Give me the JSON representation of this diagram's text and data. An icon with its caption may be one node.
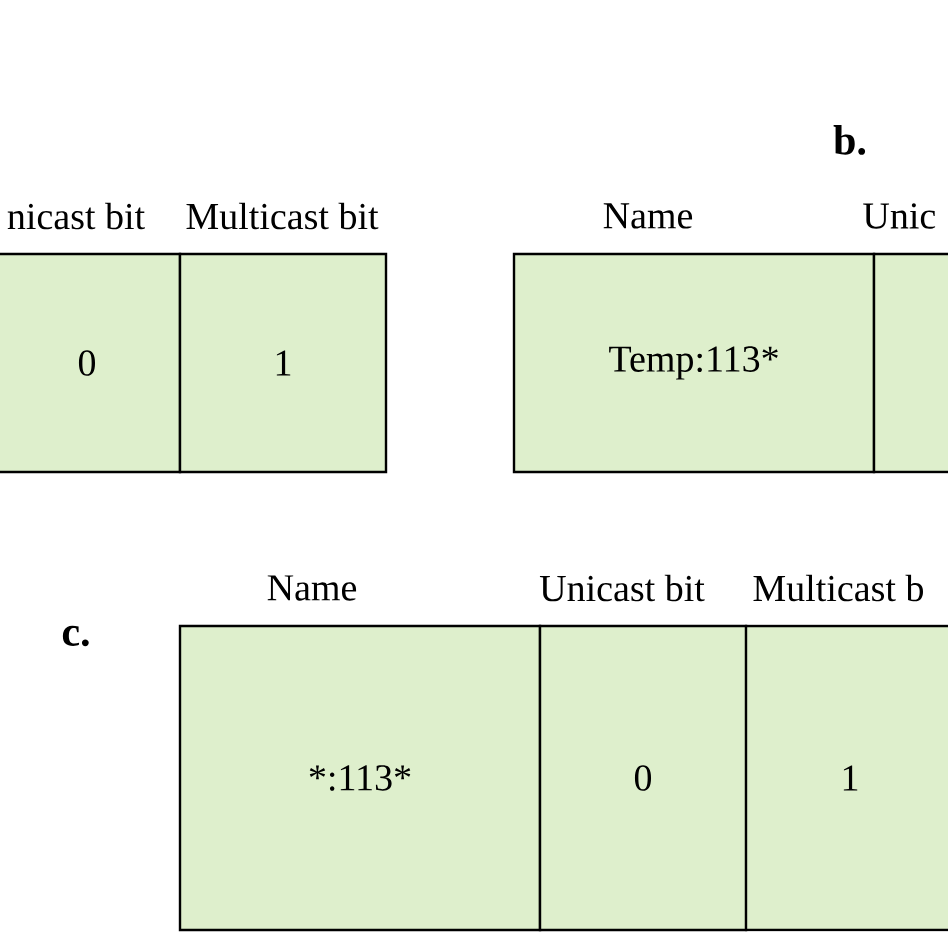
{
  "diagram": {
    "nodes": [
      {
        "text": [
          "nicast bit",
          "0"
        ]
      },
      {
        "text": [
          "Multicast bit",
          "1"
        ]
      },
      {
        "text": [
          "Name",
          "Temp:113*"
        ]
      },
      {
        "text": [
          "Unic"
        ]
      },
      {
        "text": [
          "Name",
          "*:113*"
        ]
      },
      {
        "text": [
          "Unicast bit",
          "0"
        ]
      },
      {
        "text": [
          "Multicast b",
          "1"
        ]
      }
    ],
    "labels": [
      "b.",
      "c."
    ]
  }
}
